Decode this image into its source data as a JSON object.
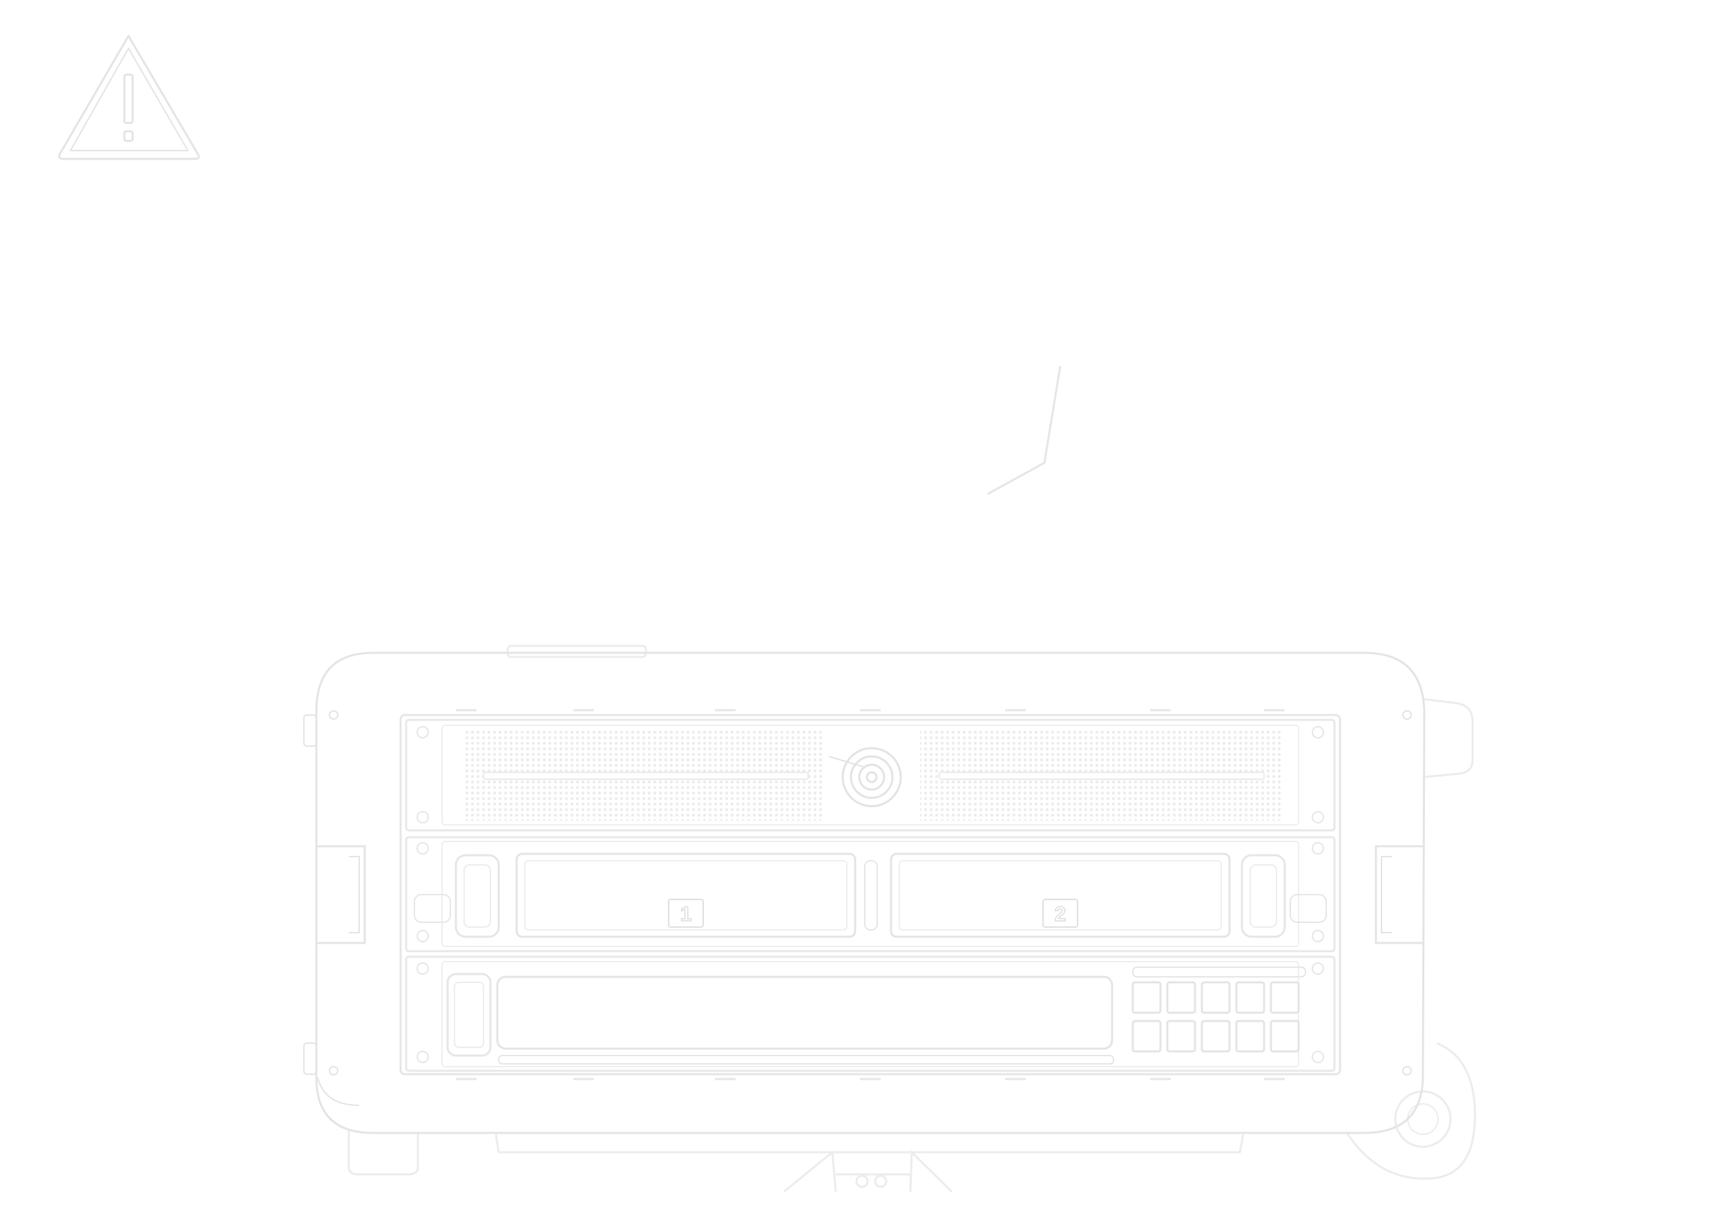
{
  "colors": {
    "background": "#ffffff",
    "stroke_outer": "#e6e6e6",
    "stroke_inner": "#ededed",
    "stroke_faint": "#f3f3f3",
    "grille_dot": "#efefef"
  },
  "icons": {
    "warning": "warning-triangle-icon",
    "logo": "concentric-circle-logo-icon"
  },
  "case": {
    "bay_labels": [
      "1",
      "2"
    ],
    "button_grid": {
      "rows": 2,
      "columns": 5
    }
  }
}
